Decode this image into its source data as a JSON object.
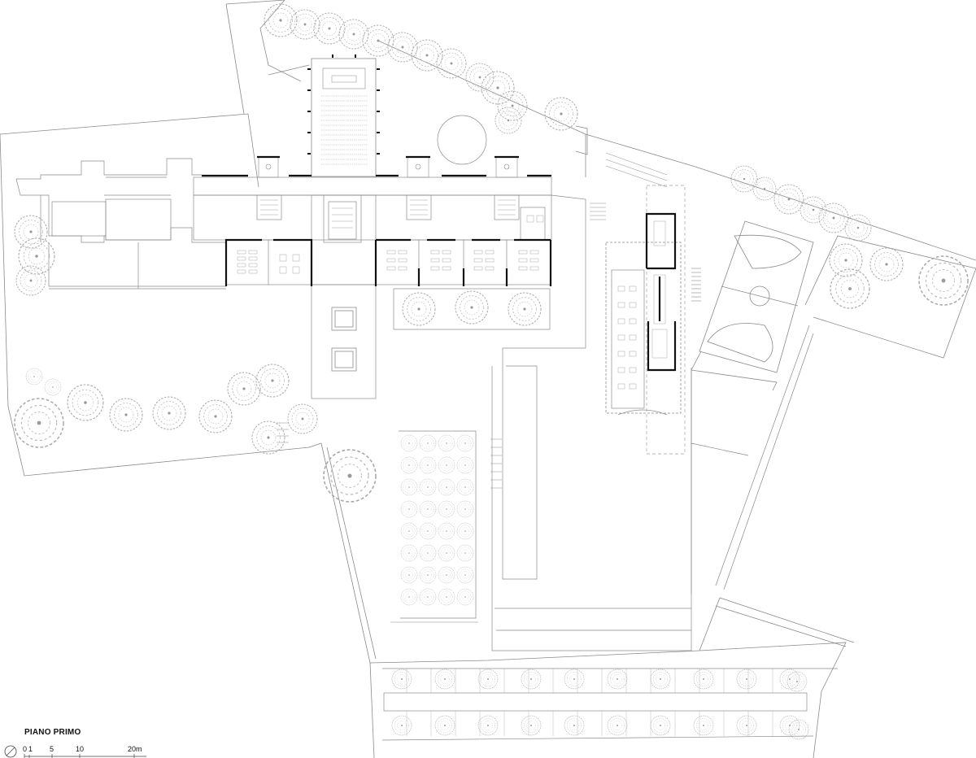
{
  "drawing": {
    "title": "PIANO PRIMO",
    "scale_bar": {
      "labels": [
        "0",
        "1",
        "5",
        "10",
        "20m"
      ]
    },
    "north_icon": "north-arrow-icon",
    "colors": {
      "line": "#8a8a8a",
      "wall": "#111111",
      "tree": "#a0a0a0",
      "background": "#ffffff"
    }
  }
}
